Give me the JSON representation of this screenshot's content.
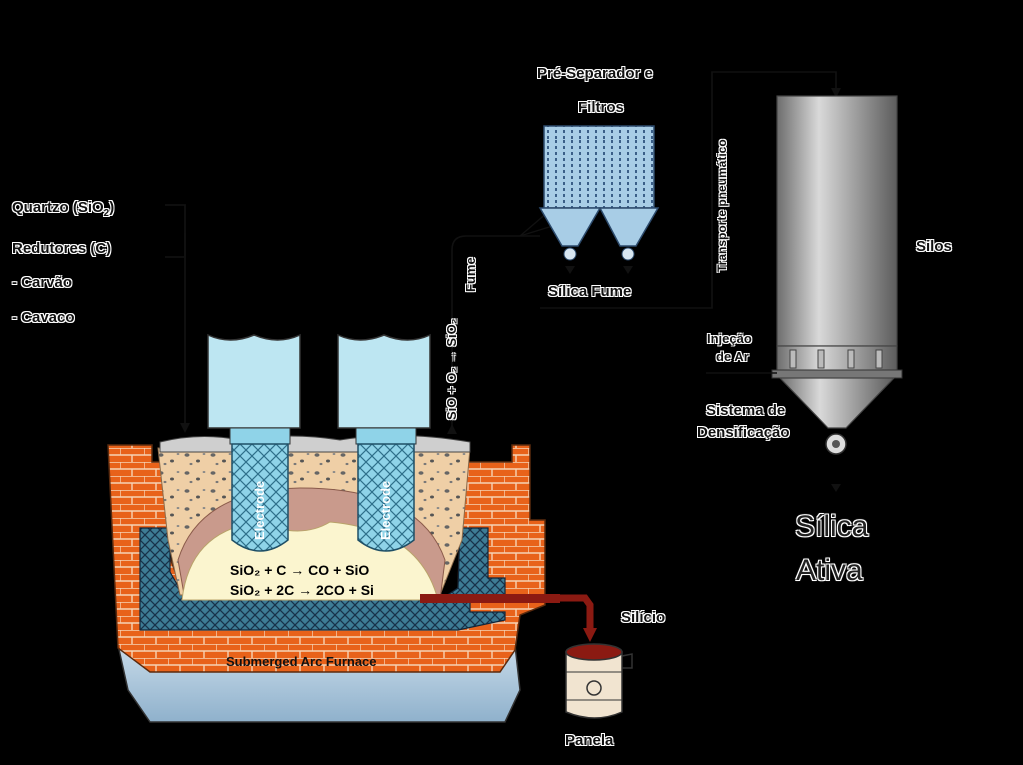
{
  "inputs": {
    "quartzo": "Quartzo (SiO",
    "quartzo_sub": "2",
    "quartzo_close": ")",
    "redutores": "Redutores (C)",
    "carvao": "- Carvão",
    "cavaco": "- Cavaco"
  },
  "furnace": {
    "electrode_left": "Electrode",
    "electrode_right": "Electrode",
    "reaction_1": "SiO₂ + C   → CO + SiO",
    "reaction_2": "SiO₂ + 2C → 2CO + Si",
    "name": "Submerged Arc Furnace"
  },
  "gas": {
    "rising": "SiO + O₂ → SiO₂",
    "fume": "Fume"
  },
  "filter": {
    "title_1": "Pré-Separador e",
    "title_2": "Filtros",
    "product": "Sílica Fume"
  },
  "transport": "Transporte pneumático",
  "silo": {
    "label": "Silos",
    "air_injection_1": "Injeção",
    "air_injection_2": "de Ar",
    "densification_1": "Sistema de",
    "densification_2": "Densificação",
    "output_1": "Sílica",
    "output_2": "Ativa"
  },
  "metal": {
    "silicio": "Silício",
    "panela": "Panela"
  },
  "colors": {
    "brick": "#e8621a",
    "mortar": "#f2c29b",
    "electrode": "#8fd3e8",
    "charge": "#efcfa6",
    "crater": "#c99a8c",
    "melt": "#fbf5cf",
    "molten": "#8b1a12",
    "silo": "#8a8a8a"
  }
}
